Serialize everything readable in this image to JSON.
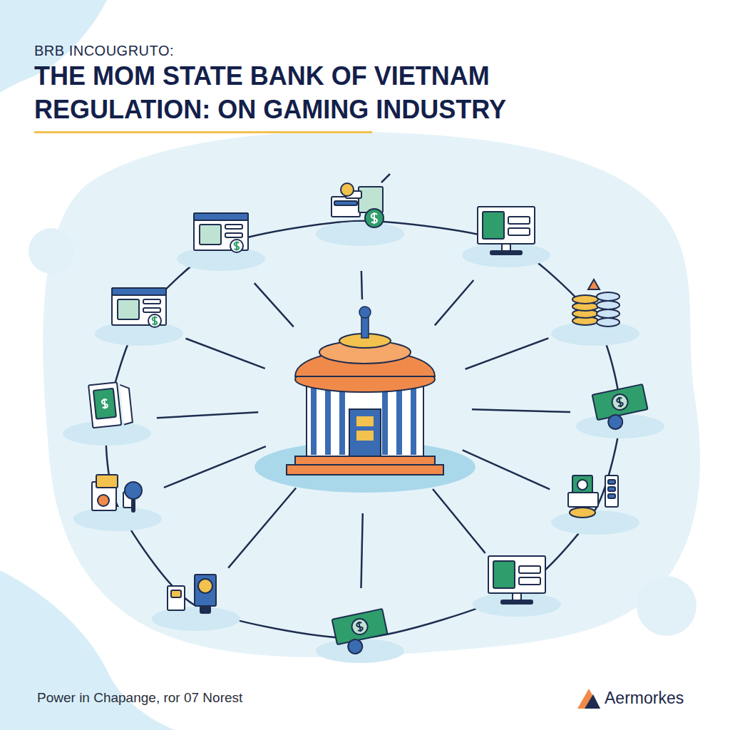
{
  "diagram": {
    "title": "THE MOM STATE BANK OF VIETNAM REGULATION: ON GAMING INDUSTRY",
    "caption": "Power in Chapange, ror 07 Norest",
    "labels": [
      "BRB INCOUGRUTO:",
      "Aermorkes"
    ]
  }
}
